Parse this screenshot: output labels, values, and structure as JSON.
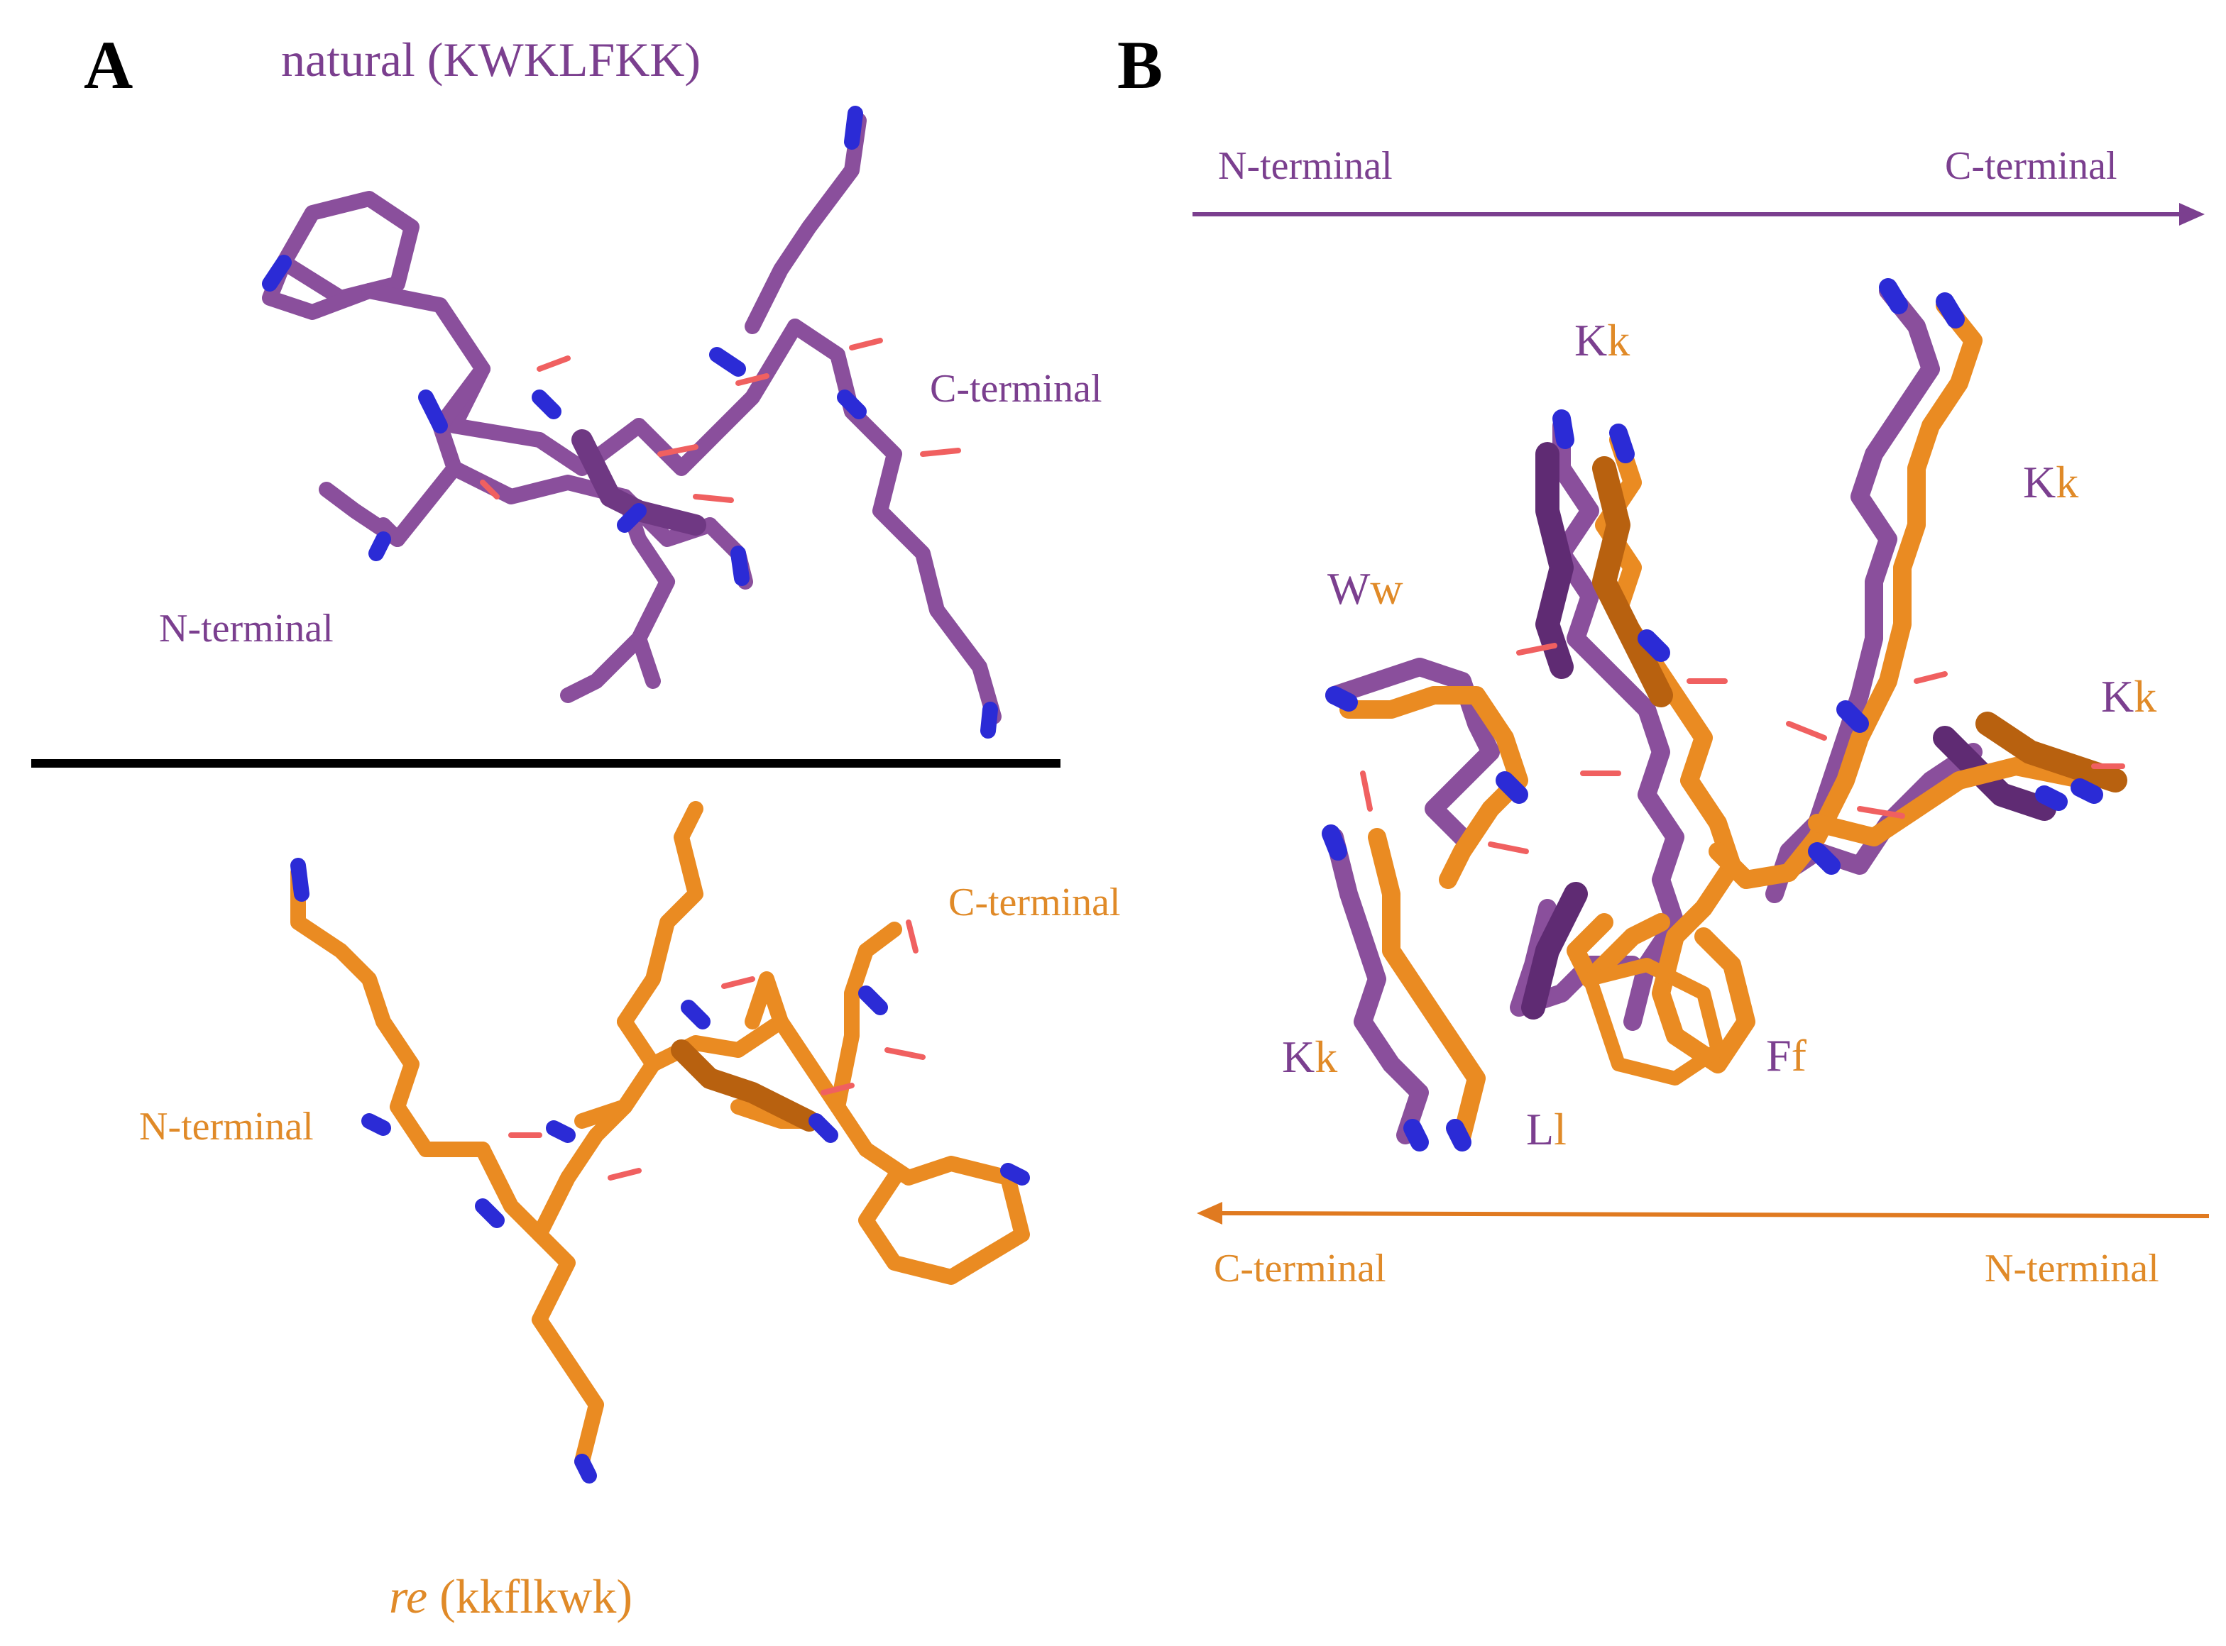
{
  "panel_a": {
    "letter": "A",
    "natural_title": "natural (KWKLFKK)",
    "natural_n_terminal": "N-terminal",
    "natural_c_terminal": "C-terminal",
    "re_title_italic": "re",
    "re_title_rest": " (kkflkwk)",
    "re_n_terminal": "N-terminal",
    "re_c_terminal": "C-terminal"
  },
  "panel_b": {
    "letter": "B",
    "top_arrow_left": "N-terminal",
    "top_arrow_right": "C-terminal",
    "bottom_arrow_left": "C-terminal",
    "bottom_arrow_right": "N-terminal",
    "residues": [
      {
        "upper": "K",
        "lower": "k"
      },
      {
        "upper": "K",
        "lower": "k"
      },
      {
        "upper": "W",
        "lower": "w"
      },
      {
        "upper": "K",
        "lower": "k"
      },
      {
        "upper": "K",
        "lower": "k"
      },
      {
        "upper": "L",
        "lower": "l"
      },
      {
        "upper": "F",
        "lower": "f"
      }
    ]
  },
  "colors": {
    "natural": "#7b3f8f",
    "retro_inverso": "#e08a28",
    "nitrogen": "#2b2bd6",
    "oxygen": "#f06060",
    "divider": "#000000"
  }
}
